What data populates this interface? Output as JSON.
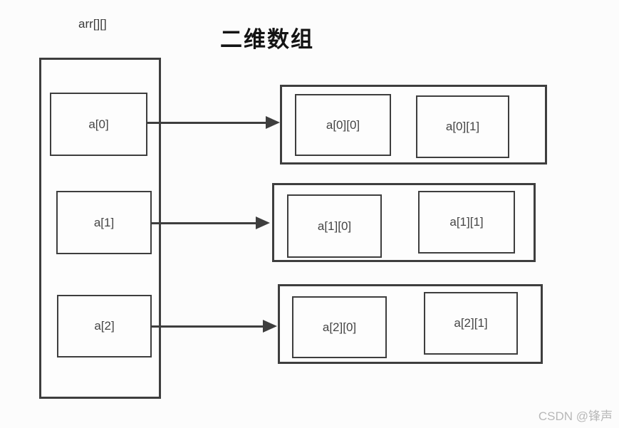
{
  "title": "二维数组",
  "array_label": "arr[][]",
  "pointers": [
    {
      "label": "a[0]"
    },
    {
      "label": "a[1]"
    },
    {
      "label": "a[2]"
    }
  ],
  "rows": [
    {
      "cells": [
        "a[0][0]",
        "a[0][1]"
      ]
    },
    {
      "cells": [
        "a[1][0]",
        "a[1][1]"
      ]
    },
    {
      "cells": [
        "a[2][0]",
        "a[2][1]"
      ]
    }
  ],
  "watermark": "CSDN @锋声",
  "colors": {
    "line": "#3e3e3e",
    "cell_text": "#454545",
    "title_text": "#141414",
    "watermark_text": "#b8b8b8",
    "background": "#fcfcfc"
  }
}
